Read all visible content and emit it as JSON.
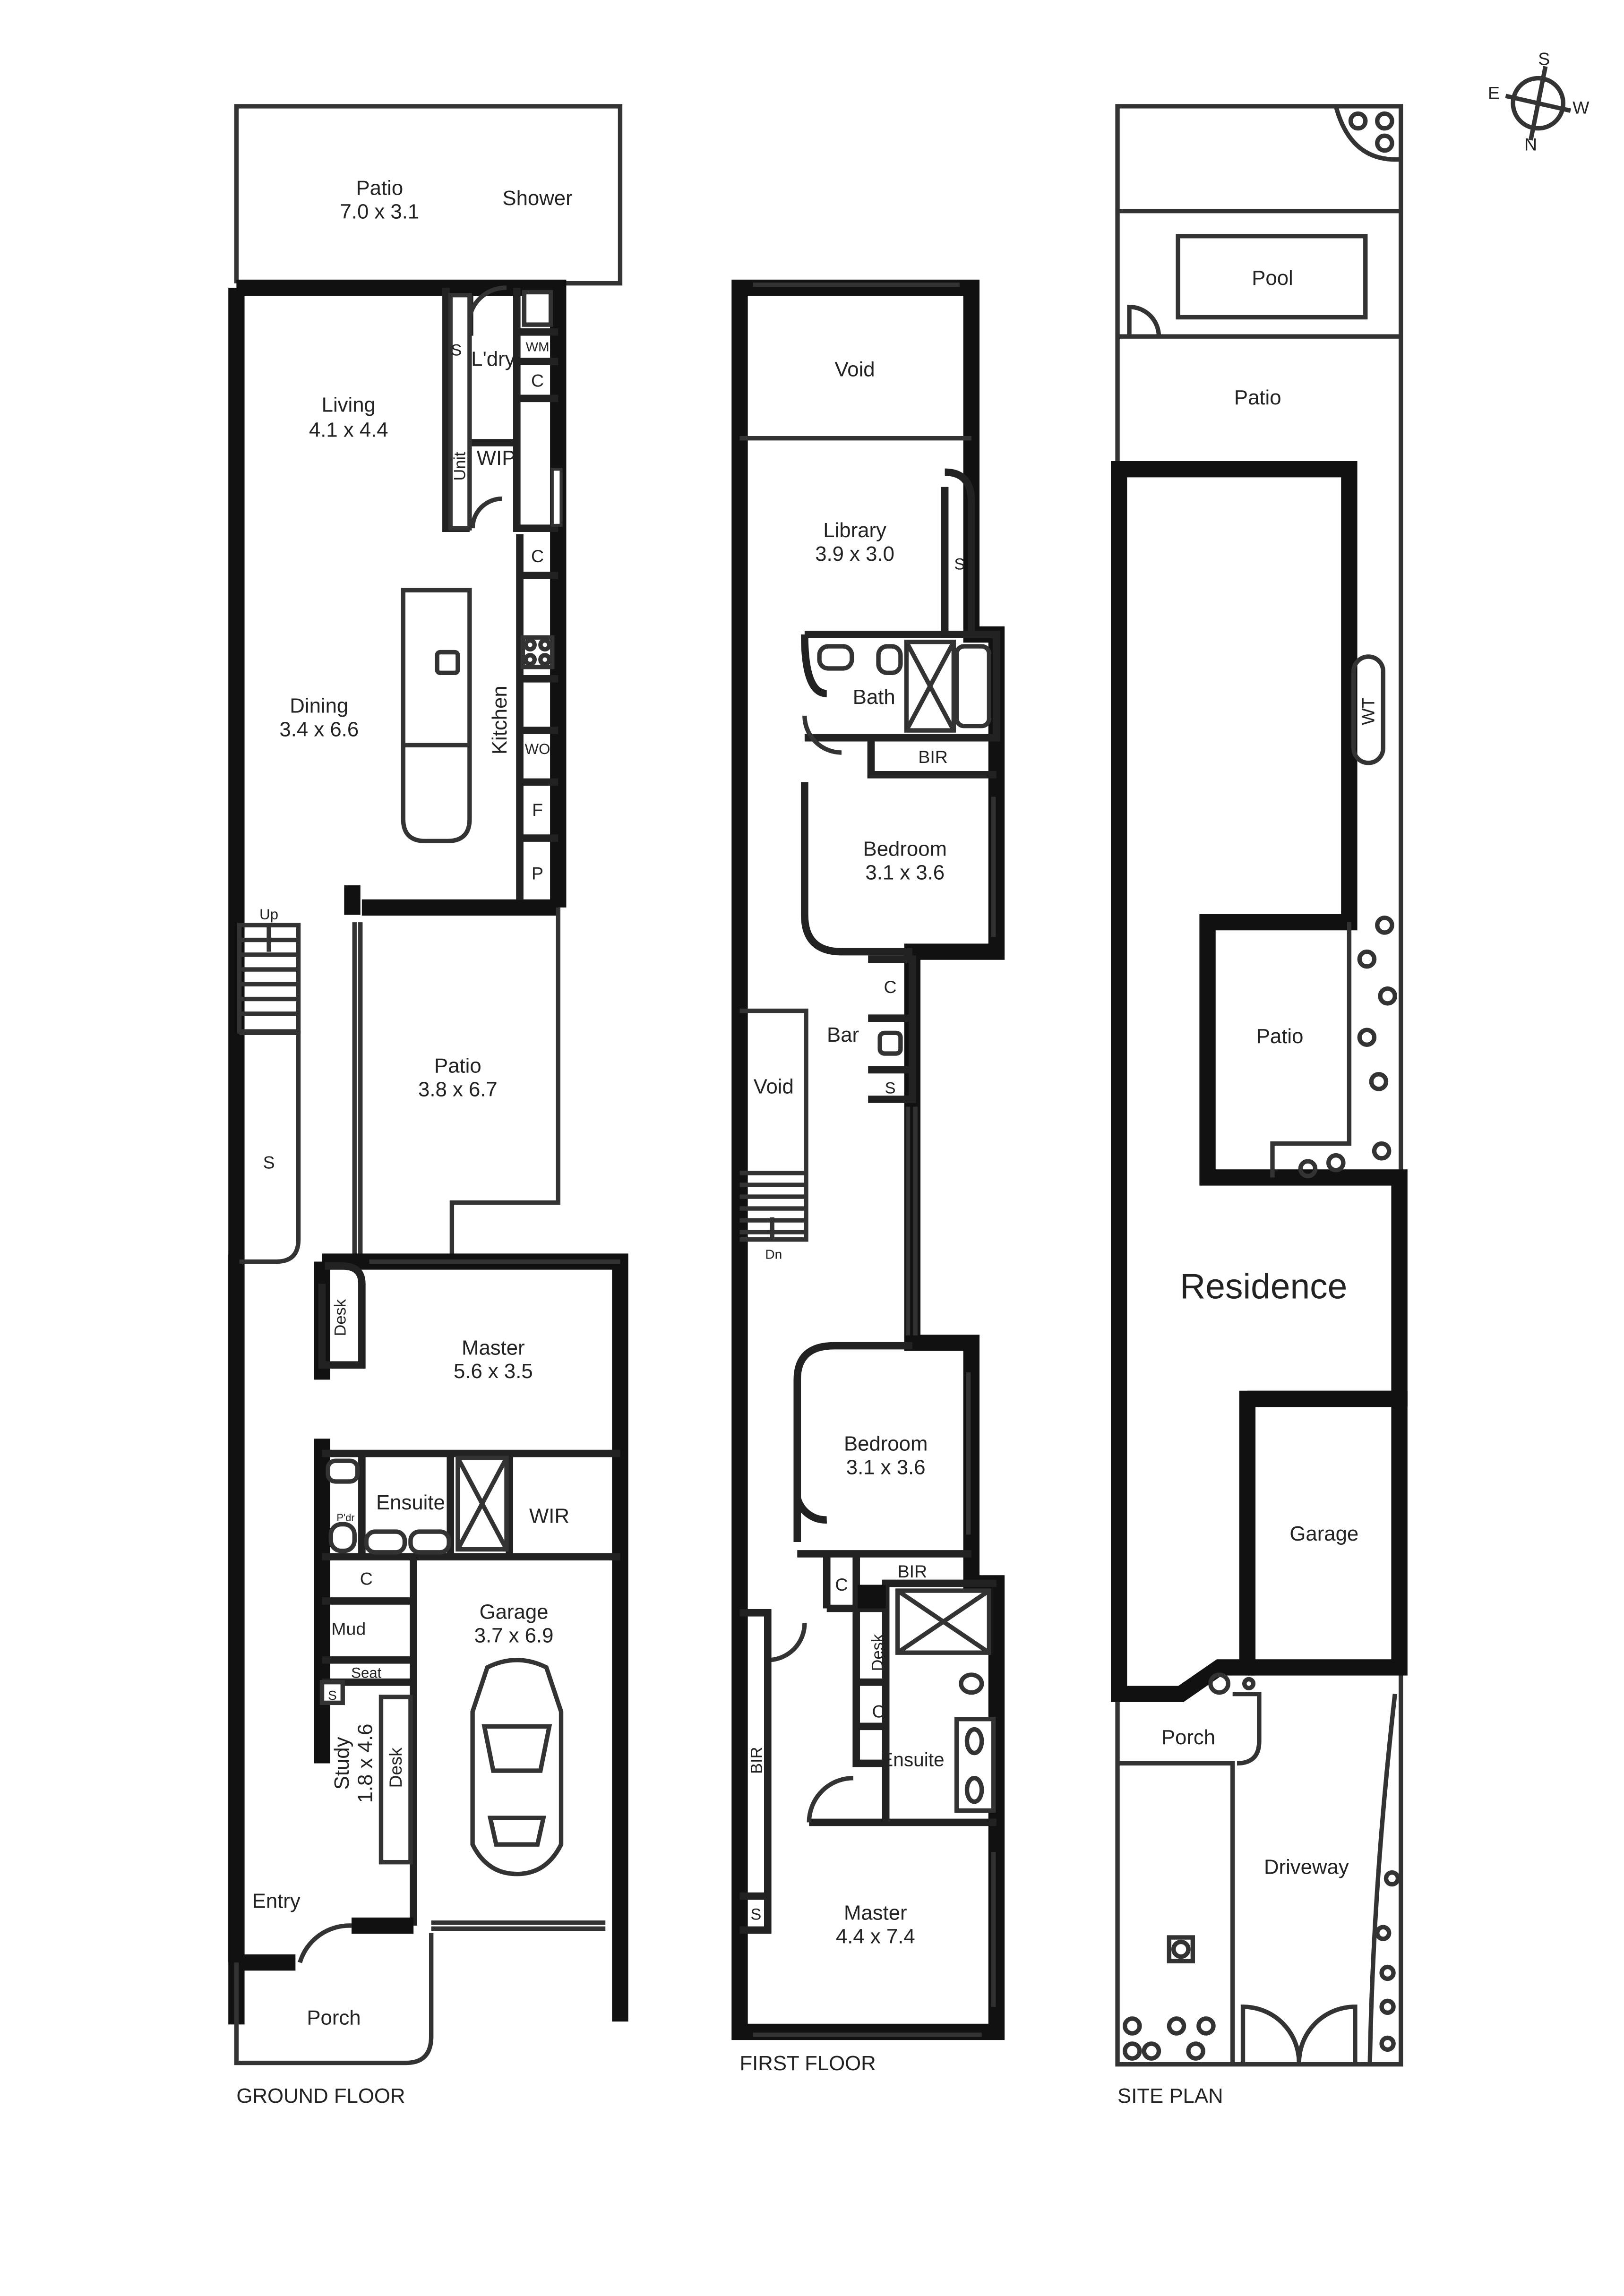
{
  "ground_floor": {
    "title": "GROUND FLOOR",
    "rooms": {
      "patio_rear": {
        "name": "Patio",
        "dims": "7.0 x 3.1"
      },
      "shower": {
        "name": "Shower"
      },
      "living": {
        "name": "Living",
        "dims": "4.1 x 4.4"
      },
      "laundry": {
        "name": "L'dry"
      },
      "wip": {
        "name": "WIP"
      },
      "unit": {
        "name": "Unit"
      },
      "dining": {
        "name": "Dining",
        "dims": "3.4 x 6.6"
      },
      "kitchen": {
        "name": "Kitchen"
      },
      "patio_mid": {
        "name": "Patio",
        "dims": "3.8 x 6.7"
      },
      "master": {
        "name": "Master",
        "dims": "5.6 x 3.5"
      },
      "desk": {
        "name": "Desk"
      },
      "ensuite": {
        "name": "Ensuite"
      },
      "wir": {
        "name": "WIR"
      },
      "powder": {
        "name": "P'dr"
      },
      "garage": {
        "name": "Garage",
        "dims": "3.7 x 6.9"
      },
      "mud": {
        "name": "Mud"
      },
      "seat": {
        "name": "Seat"
      },
      "study": {
        "name": "Study",
        "dims": "1.8 x 4.6"
      },
      "study_desk": {
        "name": "Desk"
      },
      "entry": {
        "name": "Entry"
      },
      "porch": {
        "name": "Porch"
      },
      "stair_up": {
        "name": "Up"
      },
      "store": {
        "name": "S"
      }
    },
    "cabinets": {
      "s": "S",
      "wm": "WM",
      "c": "C",
      "wo": "WO",
      "f": "F",
      "p": "P"
    }
  },
  "first_floor": {
    "title": "FIRST FLOOR",
    "rooms": {
      "void_top": {
        "name": "Void"
      },
      "library": {
        "name": "Library",
        "dims": "3.9 x 3.0"
      },
      "bath": {
        "name": "Bath"
      },
      "bir": {
        "name": "BIR"
      },
      "bedroom1": {
        "name": "Bedroom",
        "dims": "3.1 x 3.6"
      },
      "bar": {
        "name": "Bar"
      },
      "void_mid": {
        "name": "Void"
      },
      "stair_dn": {
        "name": "Dn"
      },
      "bedroom2": {
        "name": "Bedroom",
        "dims": "3.1 x 3.6"
      },
      "desk": {
        "name": "Desk"
      },
      "ensuite": {
        "name": "Ensuite"
      },
      "master": {
        "name": "Master",
        "dims": "4.4 x 7.4"
      }
    },
    "cabinets": {
      "s": "S",
      "c": "C",
      "bir": "BIR"
    }
  },
  "site_plan": {
    "title": "SITE PLAN",
    "rooms": {
      "pool": {
        "name": "Pool"
      },
      "patio_top": {
        "name": "Patio"
      },
      "wt": {
        "name": "WT"
      },
      "patio_mid": {
        "name": "Patio"
      },
      "residence": {
        "name": "Residence"
      },
      "garage": {
        "name": "Garage"
      },
      "porch": {
        "name": "Porch"
      },
      "driveway": {
        "name": "Driveway"
      }
    }
  },
  "compass": {
    "s": "S",
    "e": "E",
    "w": "W",
    "n": "N"
  }
}
